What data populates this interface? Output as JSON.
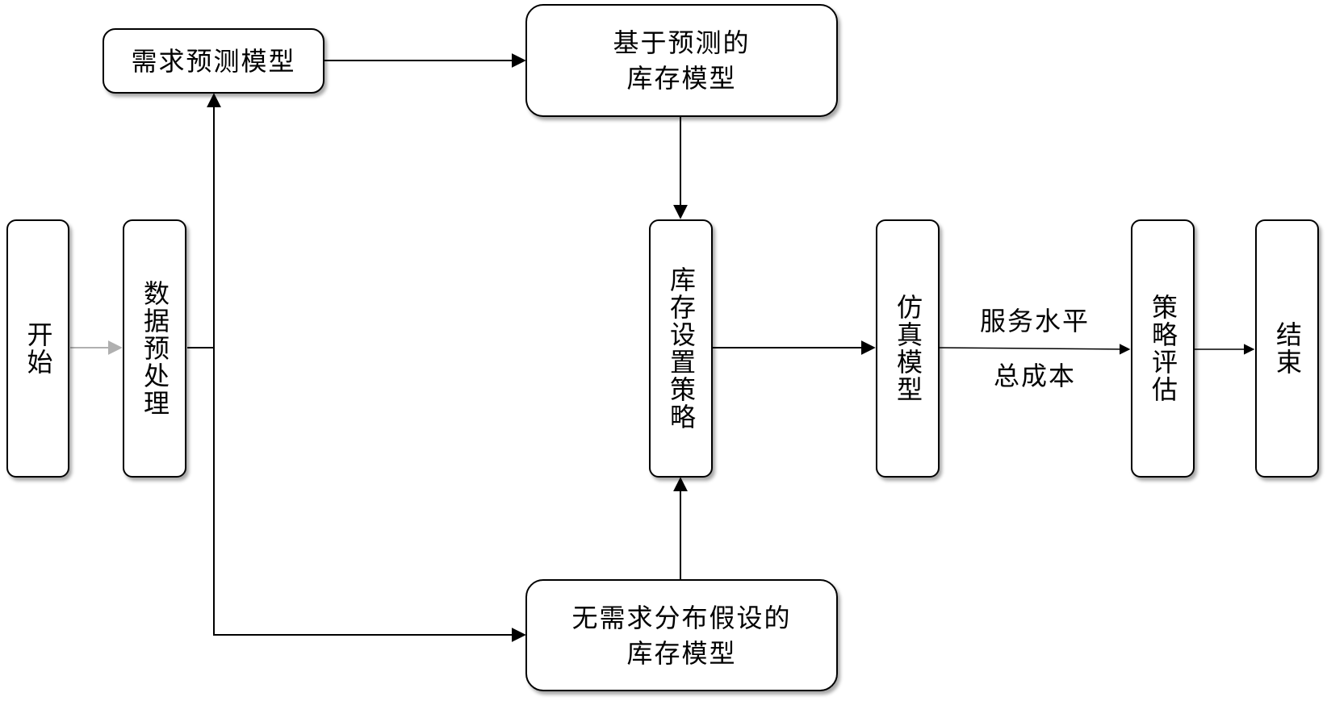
{
  "nodes": {
    "start": "开始",
    "preprocess": "数据预处理",
    "demand_forecast": "需求预测模型",
    "forecast_inventory": "基于预测的\n库存模型",
    "no_distribution_inventory": "无需求分布假设的\n库存模型",
    "inventory_policy": "库存设置策略",
    "simulation": "仿真模型",
    "evaluation": "策略评估",
    "end": "结束"
  },
  "edge_labels": {
    "service_level": "服务水平",
    "total_cost": "总成本"
  },
  "colors": {
    "line": "#000000",
    "light_arrow": "#b0b0b0",
    "box_border": "#000000",
    "background": "#ffffff"
  }
}
